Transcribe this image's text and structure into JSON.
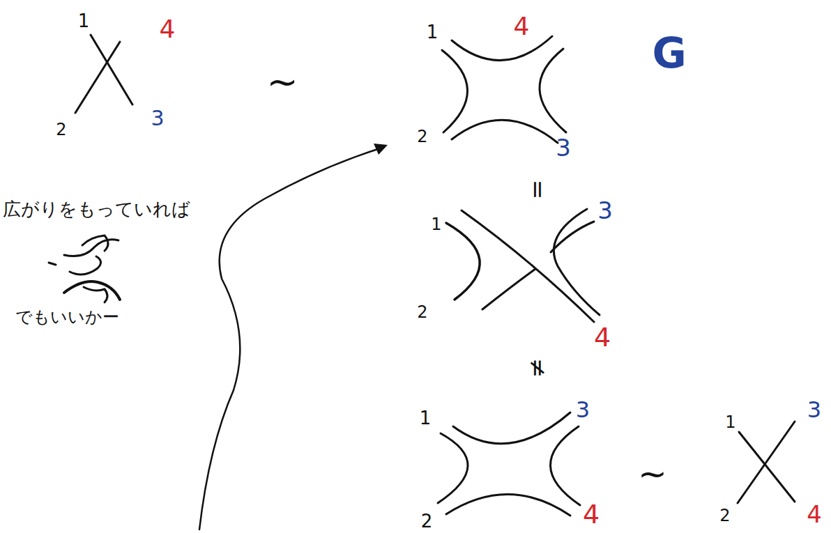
{
  "diagram": {
    "labels": [
      "1",
      "4",
      "~",
      "1",
      "4",
      "G",
      "2",
      "3",
      "2",
      "3",
      "=",
      "広がりをもっていれば",
      "1",
      "3",
      "でもいいかー",
      "2",
      "4",
      "≠",
      "1",
      "3",
      "2",
      "4",
      "~",
      "1",
      "3",
      "2",
      "4"
    ]
  }
}
